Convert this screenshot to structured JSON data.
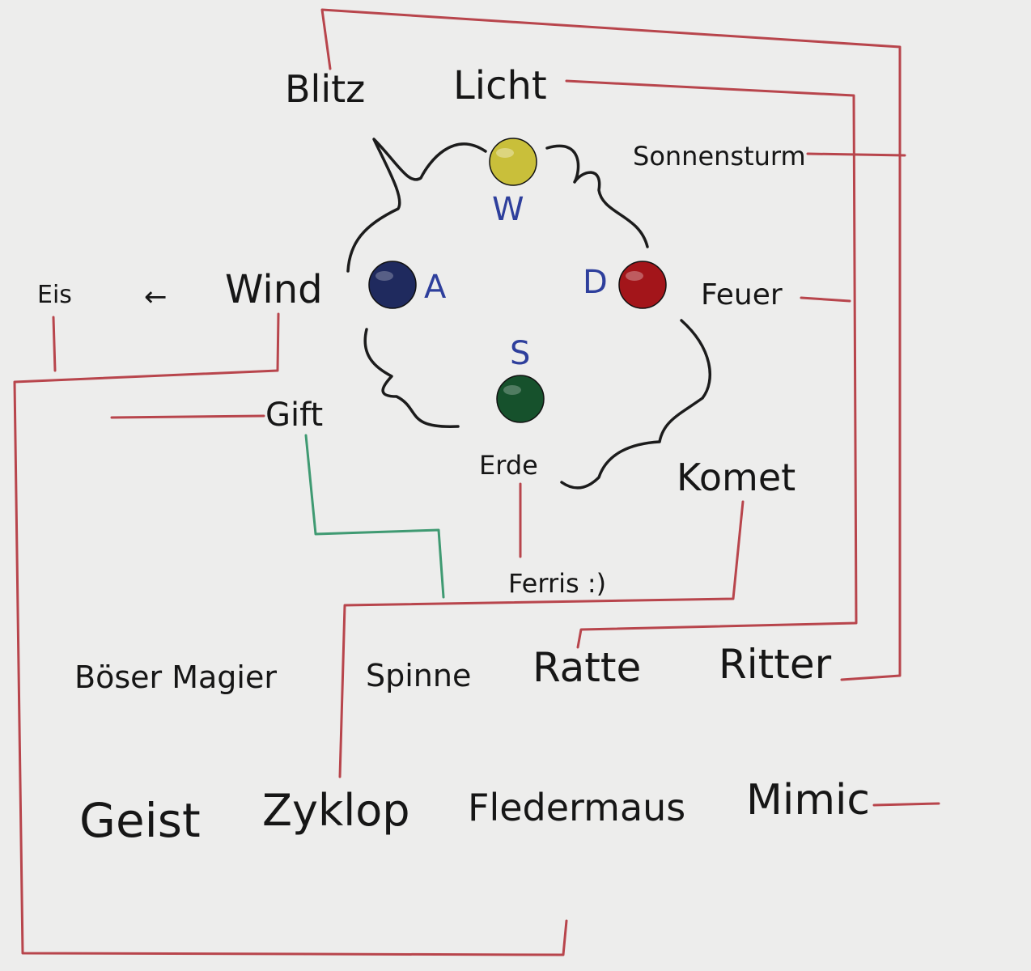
{
  "keys": {
    "w": {
      "label": "W",
      "color": "#c9bf3a"
    },
    "a": {
      "label": "A",
      "color": "#1f2a5e"
    },
    "d": {
      "label": "D",
      "color": "#a3151a"
    },
    "s": {
      "label": "S",
      "color": "#16512c"
    }
  },
  "elements": {
    "blitz": "Blitz",
    "licht": "Licht",
    "sonnensturm": "Sonnensturm",
    "wind": "Wind",
    "eis": "Eis",
    "arrow": "←",
    "feuer": "Feuer",
    "gift": "Gift",
    "erde": "Erde",
    "komet": "Komet"
  },
  "creatures": {
    "ferris": "Ferris :)",
    "boeser_magier": "Böser Magier",
    "spinne": "Spinne",
    "ratte": "Ratte",
    "ritter": "Ritter",
    "geist": "Geist",
    "zyklop": "Zyklop",
    "fledermaus": "Fledermaus",
    "mimic": "Mimic"
  },
  "colors": {
    "line": "#b8454c",
    "poison_line": "#3f9a72",
    "ink": "#161616",
    "key_ink": "#2e3f9c",
    "board": "#ededec"
  }
}
